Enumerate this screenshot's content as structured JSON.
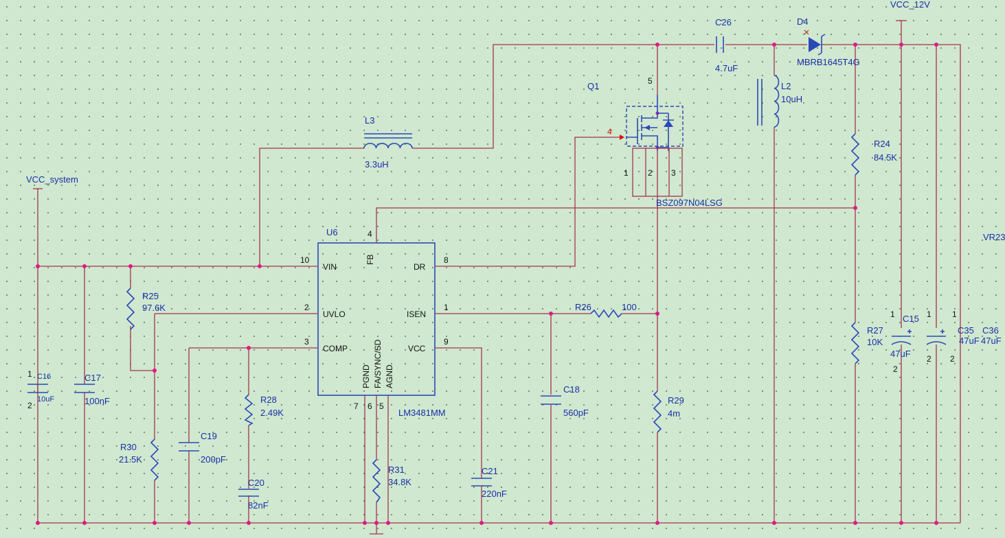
{
  "components": {
    "vcc_system": "VCC_system",
    "vcc_12v": "VCC_12V",
    "u6": {
      "ref": "U6",
      "part": "LM3481MM",
      "pins": {
        "vin": "VIN",
        "uvlo": "UVLO",
        "comp": "COMP",
        "fb": "FB",
        "dr": "DR",
        "isen": "ISEN",
        "vcc": "VCC",
        "pgnd": "PGND",
        "fa": "FA/SYNC/SD",
        "agnd": "AGND"
      },
      "pin_numbers": {
        "vin": "10",
        "uvlo": "2",
        "comp": "3",
        "fb": "4",
        "dr": "8",
        "isen": "1",
        "vcc": "9",
        "pgnd": "7",
        "fa": "6",
        "agnd": "5"
      }
    },
    "l3": {
      "ref": "L3",
      "value": "3.3uH"
    },
    "l2": {
      "ref": "L2",
      "value": "10uH"
    },
    "c26": {
      "ref": "C26",
      "value": "4.7uF"
    },
    "d4": {
      "ref": "D4",
      "part": "MBRB1645T4G"
    },
    "q1": {
      "ref": "Q1",
      "part": "BSZ097N04LSG",
      "pin_gate": "4",
      "pin_drain": "5",
      "pin_s1": "1",
      "pin_s2": "2",
      "pin_s3": "3"
    },
    "r24": {
      "ref": "R24",
      "value": "84.5K"
    },
    "r27": {
      "ref": "R27",
      "value": "10K"
    },
    "r25": {
      "ref": "R25",
      "value": "97.6K"
    },
    "r26": {
      "ref": "R26",
      "value": "100"
    },
    "r28": {
      "ref": "R28",
      "value": "2.49K"
    },
    "r29": {
      "ref": "R29",
      "value": "4m"
    },
    "r30": {
      "ref": "R30",
      "value": "21.5K"
    },
    "r31": {
      "ref": "R31",
      "value": "34.8K"
    },
    "c15": {
      "ref": "C15",
      "value": "47uF",
      "p1": "1",
      "p2": "2"
    },
    "c35": {
      "ref": "C35",
      "value": "47uF",
      "p1": "1",
      "p2": "2"
    },
    "c36": {
      "ref": "C36",
      "value": "47uF",
      "p1": "1",
      "p2": "2"
    },
    "c16": {
      "ref": "C16",
      "value": "10uF",
      "p1": "1",
      "p2": "2"
    },
    "c17": {
      "ref": "C17",
      "value": "100nF"
    },
    "c18": {
      "ref": "C18",
      "value": "560pF"
    },
    "c19": {
      "ref": "C19",
      "value": "200pF"
    },
    "c20": {
      "ref": "C20",
      "value": "82nF"
    },
    "c21": {
      "ref": "C21",
      "value": "220nF"
    },
    "vr23": {
      "ref": "VR23"
    }
  },
  "colors": {
    "background": "#cfe8cf",
    "wire": "#a8324a",
    "symbol": "#2b48b8",
    "junction": "#e0198a",
    "text": "#1a2ea8"
  }
}
